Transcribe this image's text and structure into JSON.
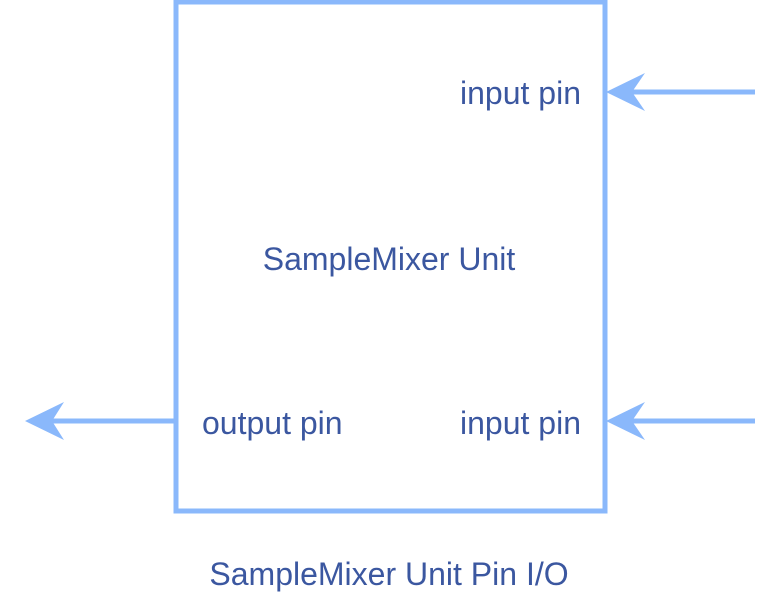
{
  "diagram": {
    "unit_label": "SampleMixer Unit",
    "input_pin_top_label": "input pin",
    "input_pin_bottom_label": "input pin",
    "output_pin_label": "output pin",
    "caption": "SampleMixer Unit Pin I/O"
  },
  "colors": {
    "box_stroke": "#8ab8fb",
    "arrow": "#8ab8fb",
    "text": "#3b57a0",
    "background": "#ffffff"
  }
}
